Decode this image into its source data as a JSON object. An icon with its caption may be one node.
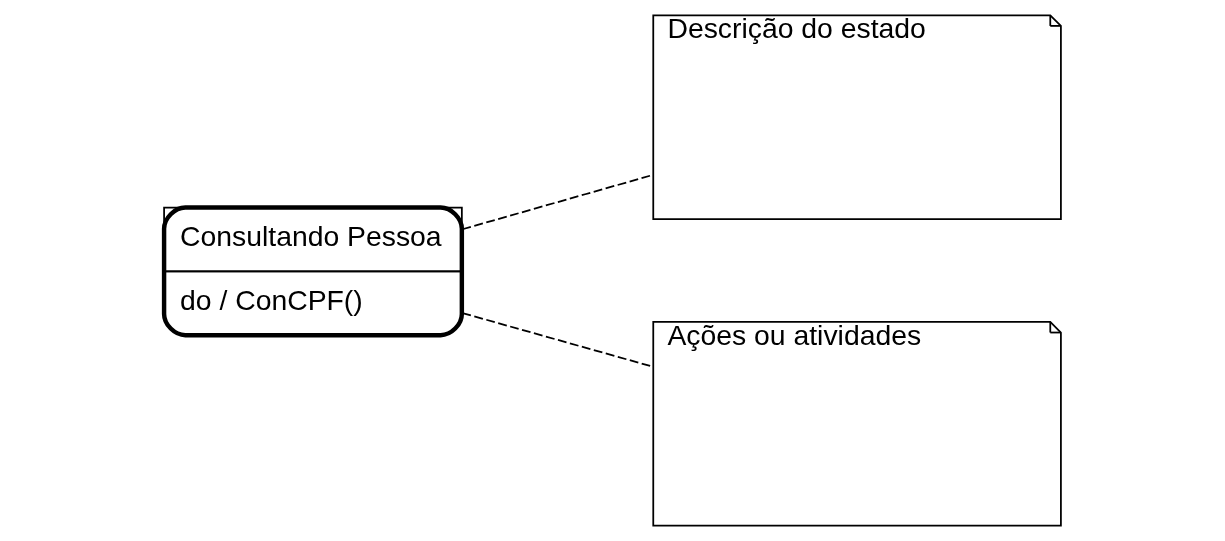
{
  "diagram": {
    "nodes": [
      {
        "text": [
          "Consultando Pessoa",
          "do / ConCPF()"
        ]
      },
      {
        "text": [
          "Descrição do estado"
        ]
      },
      {
        "text": [
          "Ações ou atividades"
        ]
      }
    ],
    "edges": [
      {
        "from": 0,
        "to": 1,
        "arrow": "none",
        "style": "dashed"
      },
      {
        "from": 0,
        "to": 2,
        "arrow": "none",
        "style": "dashed"
      }
    ]
  }
}
